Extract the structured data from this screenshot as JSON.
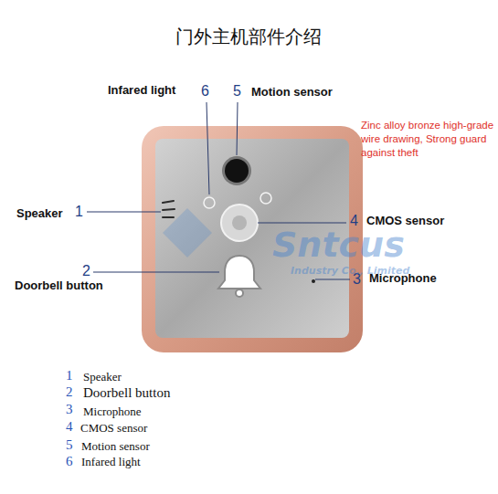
{
  "diagram": {
    "title": "门外主机部件介绍",
    "labels": [
      "Infared light",
      "6",
      "5",
      "Motion sensor",
      "Zinc alloy bronze high-grade wire drawing, Strong guard against theft",
      "Speaker",
      "1",
      "4",
      "CMOS sensor",
      "2",
      "Doorbell button",
      "3",
      "Microphone",
      "Sntcus",
      "Industry Co., Limited",
      "1",
      "Speaker",
      "2",
      "Doorbell button",
      "3",
      "Microphone",
      "4",
      "CMOS sensor",
      "5",
      "Motion sensor",
      "6",
      "Infared light"
    ]
  }
}
